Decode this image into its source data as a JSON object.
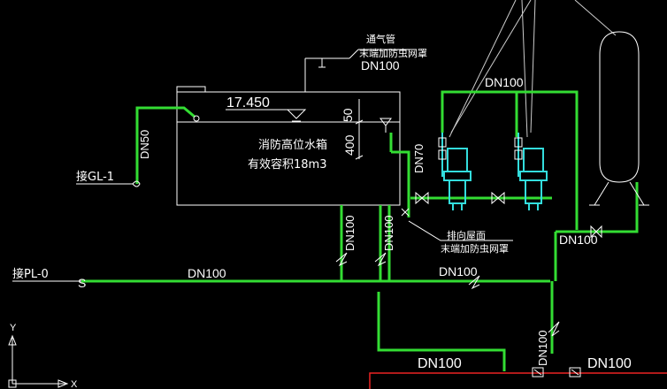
{
  "labels": {
    "vent_title": "通气管",
    "vent_note": "末端加防虫网罩",
    "vent_dn": "DN100",
    "level": "17.450",
    "dim_50": "50",
    "dim_400": "400",
    "tank_name": "消防高位水箱",
    "tank_capacity": "有效容积18m3",
    "pipe_dn50": "DN50",
    "pipe_dn70": "DN70",
    "connect_gl": "接GL-1",
    "connect_pl": "接PL-0",
    "pipe_s": "S",
    "drain_title": "排向屋面",
    "drain_note": "末端加防虫网罩",
    "dn100_top": "DN100",
    "dn100_main": "DN100",
    "dn100_main_right": "DN100",
    "dn100_vert_a": "DN100",
    "dn100_vert_b": "DN100",
    "dn100_right": "DN100",
    "dn100_riser": "DN100",
    "dn100_bottom_left": "DN100",
    "dn100_bottom_right": "DN100",
    "axis_y": "Y",
    "axis_x": "X"
  },
  "colors": {
    "background": "#000000",
    "pipe": "#33dd33",
    "pump": "#33dddd",
    "line": "#ffffff",
    "valve_box": "#ee2222"
  }
}
